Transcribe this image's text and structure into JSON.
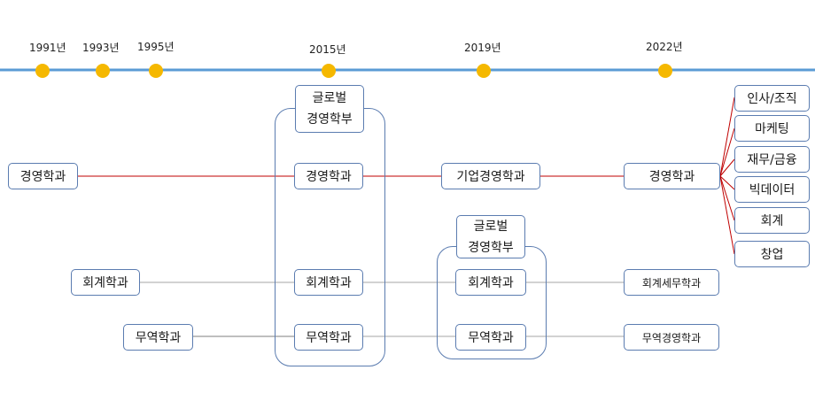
{
  "timeline": {
    "years": [
      "1991년",
      "1993년",
      "1995년",
      "2015년",
      "2019년",
      "2022년"
    ]
  },
  "groups": {
    "g2015": {
      "line1": "글로벌",
      "line2": "경영학부"
    },
    "g2019": {
      "line1": "글로벌",
      "line2": "경영학부"
    }
  },
  "boxes": {
    "mgmt_1991": "경영학과",
    "acct_1993": "회계학과",
    "trade_1995": "무역학과",
    "mgmt_2015": "경영학과",
    "acct_2015": "회계학과",
    "trade_2015": "무역학과",
    "biz_2019": "기업경영학과",
    "acct_2019": "회계학과",
    "trade_2019": "무역학과",
    "mgmt_2022": "경영학과",
    "acct_2022": "회계세무학과",
    "trade_2022": "무역경영학과"
  },
  "tracks": [
    "인사/조직",
    "마케팅",
    "재무/금융",
    "빅데이터",
    "회계",
    "창업"
  ],
  "colors": {
    "timeline": "#5b9bd5",
    "dot": "#f5b800",
    "box_border": "#5b7cb0",
    "mgmt_line": "#c00000",
    "other_line": "#8a8a8a"
  }
}
